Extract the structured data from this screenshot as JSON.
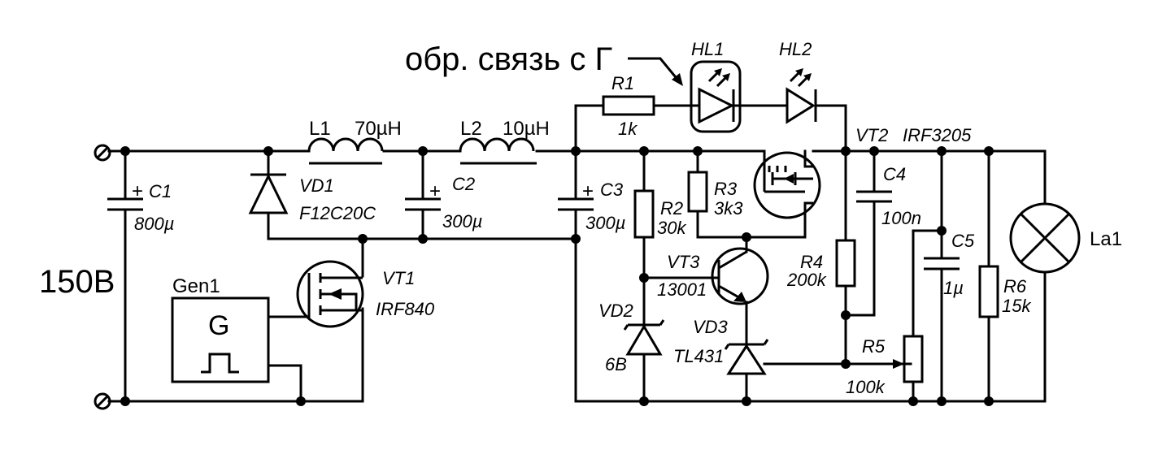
{
  "feedback_note": "обр. связь с Г",
  "supply_voltage": "150В",
  "generator": {
    "name": "Gen1",
    "symbol": "G"
  },
  "components": {
    "C1": {
      "ref": "C1",
      "value": "800µ"
    },
    "VD1": {
      "ref": "VD1",
      "value": "F12C20C"
    },
    "L1": {
      "ref": "L1",
      "value": "70µH"
    },
    "L2": {
      "ref": "L2",
      "value": "10µH"
    },
    "C2": {
      "ref": "C2",
      "value": "300µ"
    },
    "C3": {
      "ref": "C3",
      "value": "300µ"
    },
    "VT1": {
      "ref": "VT1",
      "value": "IRF840"
    },
    "R1": {
      "ref": "R1",
      "value": "1k"
    },
    "HL1": {
      "ref": "HL1"
    },
    "HL2": {
      "ref": "HL2"
    },
    "R2": {
      "ref": "R2",
      "value": "30k"
    },
    "R3": {
      "ref": "R3",
      "value": "3k3"
    },
    "VT2": {
      "ref": "VT2",
      "value": "IRF3205"
    },
    "C4": {
      "ref": "C4",
      "value": "100n"
    },
    "VT3": {
      "ref": "VT3",
      "value": "13001"
    },
    "R4": {
      "ref": "R4",
      "value": "200k"
    },
    "VD2": {
      "ref": "VD2",
      "value": "6В"
    },
    "VD3": {
      "ref": "VD3",
      "value": "TL431"
    },
    "R5": {
      "ref": "R5",
      "value": "100k"
    },
    "C5": {
      "ref": "C5",
      "value": "1µ"
    },
    "R6": {
      "ref": "R6",
      "value": "15k"
    },
    "La1": {
      "ref": "La1"
    }
  },
  "plus_sign": "+"
}
